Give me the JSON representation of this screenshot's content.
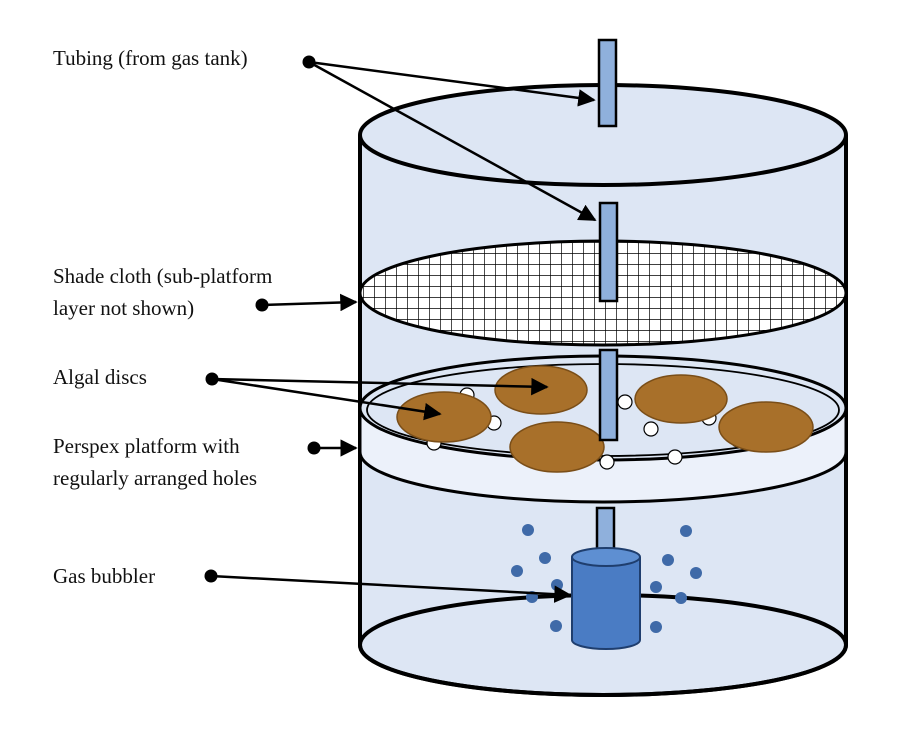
{
  "labels": {
    "tubing": [
      "Tubing (from gas tank)"
    ],
    "shade_cloth": [
      "Shade cloth (sub-platform",
      "layer not shown)"
    ],
    "algal_discs": [
      "Algal discs"
    ],
    "perspex_platform": [
      "Perspex platform with",
      "regularly arranged holes"
    ],
    "gas_bubbler": [
      "Gas bubbler"
    ]
  },
  "colors": {
    "container_fill": "#dde6f4",
    "outline": "#000000",
    "tube_fill": "#8fb0dc",
    "disc_fill": "#a8702a",
    "bubbler_fill": "#4a7cc4",
    "bubble_fill": "#3f6aa8",
    "hole_fill": "#ffffff"
  }
}
